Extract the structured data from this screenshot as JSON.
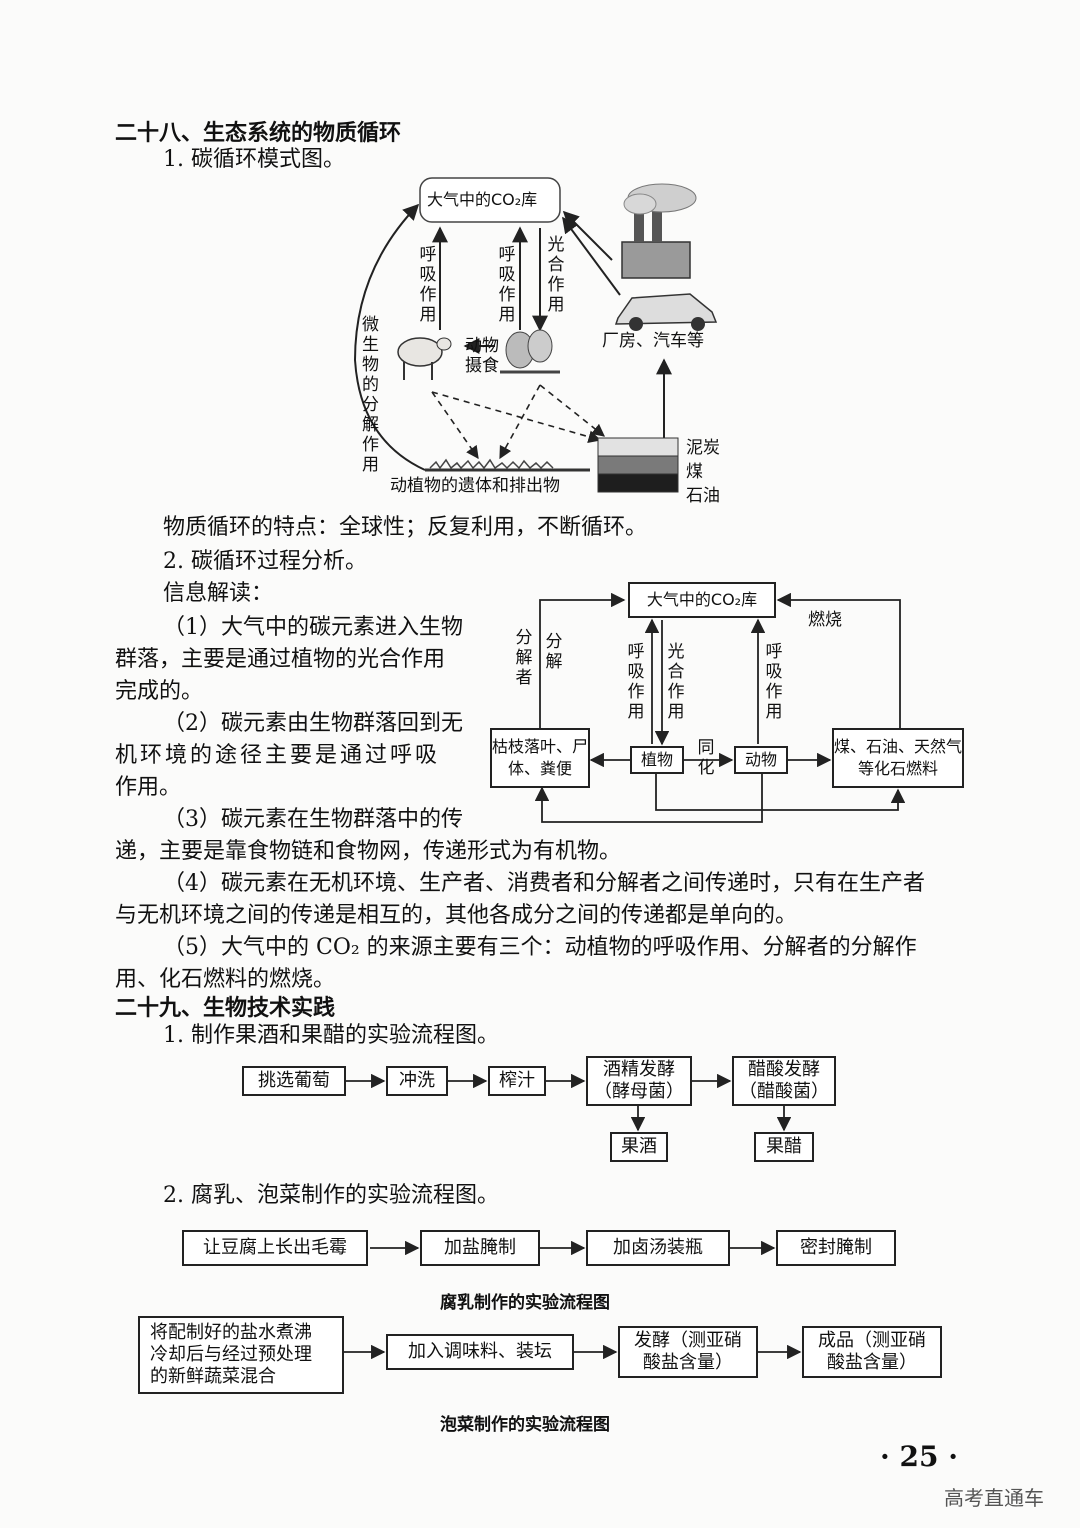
{
  "section28": {
    "heading": "二十八、生态系统的物质循环",
    "sub1": "1. 碳循环模式图。",
    "diagram1": {
      "atmosphere": "大气中的CO₂库",
      "resp1": "呼吸作用",
      "resp2": "呼吸作用",
      "photo": "光合作用",
      "micro": "微生物的分解作用",
      "eat": "动物摄食",
      "factory": "厂房、汽车等",
      "remains": "动植物的遗体和排出物",
      "fuel1": "泥炭",
      "fuel2": "煤",
      "fuel3": "石油"
    },
    "feature": "物质循环的特点：全球性；反复利用，不断循环。",
    "sub2": "2. 碳循环过程分析。",
    "info_title": "信息解读：",
    "points": [
      "（1）大气中的碳元素进入生物",
      "群落，主要是通过植物的光合作用",
      "完成的。",
      "（2）碳元素由生物群落回到无",
      "机环境的途径主要是通过呼吸",
      "作用。",
      "（3）碳元素在生物群落中的传",
      "递，主要是靠食物链和食物网，传递形式为有机物。",
      "（4）碳元素在无机环境、生产者、消费者和分解者之间传递时，只有在生产者",
      "与无机环境之间的传递是相互的，其他各成分之间的传递都是单向的。",
      "（5）大气中的 CO₂ 的来源主要有三个：动植物的呼吸作用、分解者的分解作",
      "用、化石燃料的燃烧。"
    ],
    "diagram2": {
      "atmosphere": "大气中的CO₂库",
      "burn": "燃烧",
      "decomposer": "分解者",
      "decompose": "分解",
      "resp_a": "呼吸作用",
      "photo": "光合作用",
      "resp_b": "呼吸作用",
      "litter": "枯枝落叶、尸体、粪便",
      "plant": "植物",
      "assim": "同化",
      "animal": "动物",
      "fossil": "煤、石油、天然气等化石燃料"
    }
  },
  "section29": {
    "heading": "二十九、生物技术实践",
    "sub1": "1. 制作果酒和果醋的实验流程图。",
    "flow1": {
      "step1": "挑选葡萄",
      "step2": "冲洗",
      "step3": "榨汁",
      "step4a": "酒精发酵",
      "step4b": "（酵母菌）",
      "step5a": "醋酸发酵",
      "step5b": "（醋酸菌）",
      "out1": "果酒",
      "out2": "果醋"
    },
    "sub2": "2. 腐乳、泡菜制作的实验流程图。",
    "flow2": {
      "step1": "让豆腐上长出毛霉",
      "step2": "加盐腌制",
      "step3": "加卤汤装瓶",
      "step4": "密封腌制",
      "caption": "腐乳制作的实验流程图"
    },
    "flow3": {
      "step1a": "将配制好的盐水煮沸",
      "step1b": "冷却后与经过预处理",
      "step1c": "的新鲜蔬菜混合",
      "step2": "加入调味料、装坛",
      "step3a": "发酵（测亚硝",
      "step3b": "酸盐含量）",
      "step4a": "成品（测亚硝",
      "step4b": "酸盐含量）",
      "caption": "泡菜制作的实验流程图"
    }
  },
  "page_number": "· 25 ·",
  "watermark": "高考直通车"
}
